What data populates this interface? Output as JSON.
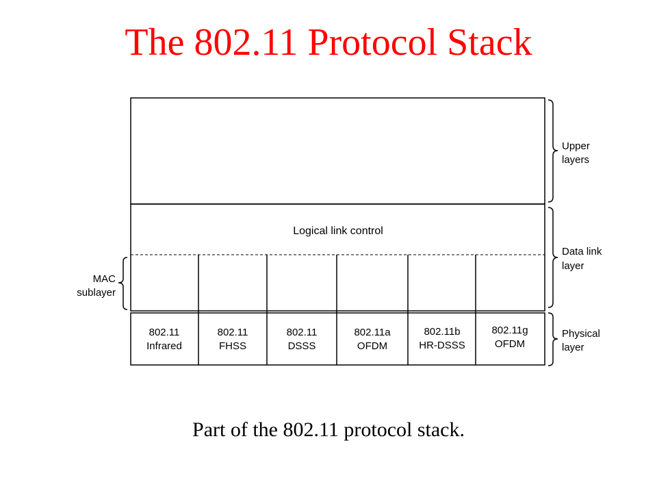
{
  "title": "The 802.11 Protocol Stack",
  "caption": "Part of the 802.11 protocol stack.",
  "colors": {
    "title": "#ff0000",
    "lines": "#000000"
  },
  "diagram": {
    "llc_label": "Logical link control",
    "mac_label": [
      "MAC",
      "sublayer"
    ],
    "physical_cells": [
      {
        "line1": "802.11",
        "line2": "Infrared"
      },
      {
        "line1": "802.11",
        "line2": "FHSS"
      },
      {
        "line1": "802.11",
        "line2": "DSSS"
      },
      {
        "line1": "802.11a",
        "line2": "OFDM"
      },
      {
        "line1": "802.11b",
        "line2": "HR-DSSS"
      },
      {
        "line1": "802.11g",
        "line2": "OFDM"
      }
    ],
    "brackets": [
      {
        "line1": "Upper",
        "line2": "layers"
      },
      {
        "line1": "Data link",
        "line2": "layer"
      },
      {
        "line1": "Physical",
        "line2": "layer"
      }
    ]
  }
}
